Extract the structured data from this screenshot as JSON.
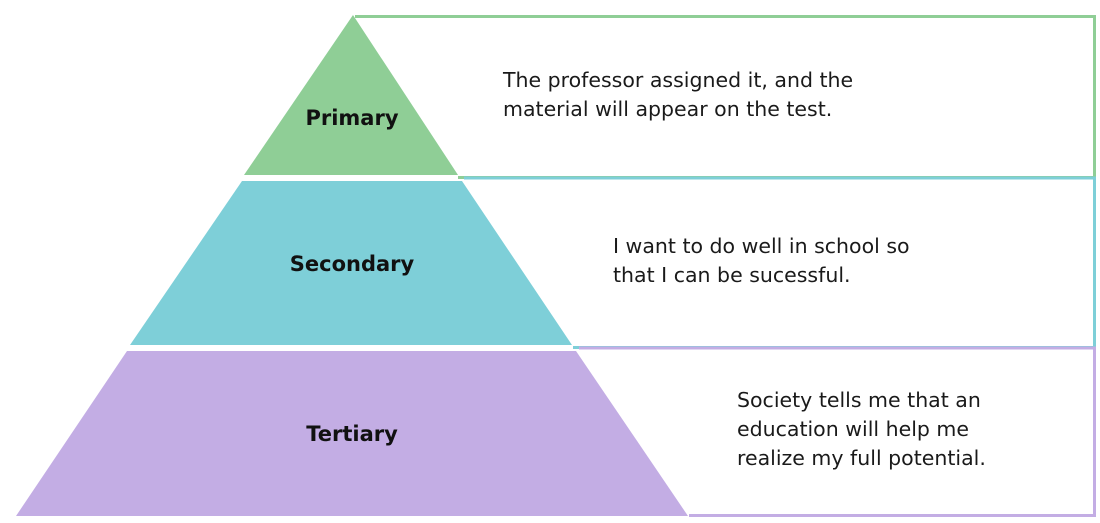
{
  "title": "Levels of motivation pyramid",
  "levels": [
    {
      "label": "Primary",
      "description_lines": [
        "The professor assigned it, and the",
        "material will appear on the test."
      ],
      "color": "#8fce96"
    },
    {
      "label": "Secondary",
      "description_lines": [
        "I want to do well in school so",
        "that I can be sucessful."
      ],
      "color": "#7ecfd8"
    },
    {
      "label": "Tertiary",
      "description_lines": [
        "Society tells me that an",
        "education will help me",
        "realize my full potential."
      ],
      "color": "#c3ade4"
    }
  ]
}
